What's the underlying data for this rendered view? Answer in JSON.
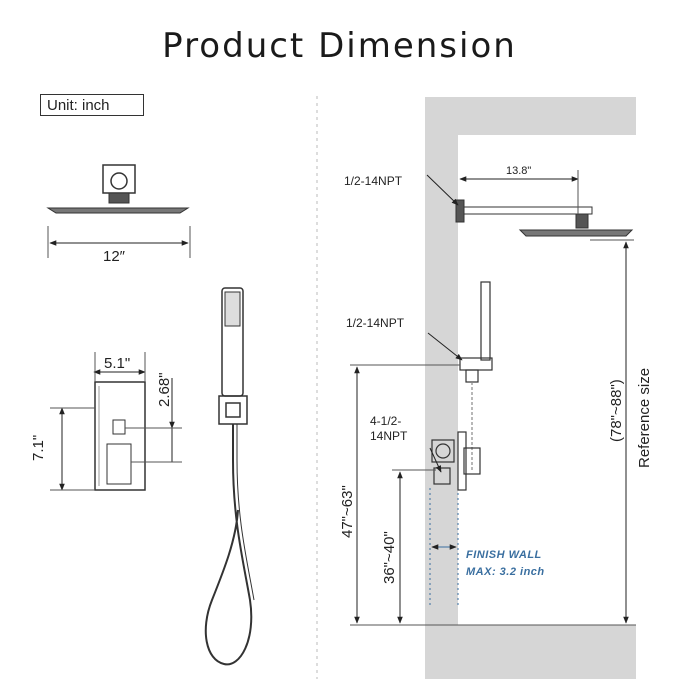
{
  "title": "Product Dimension",
  "unit": "Unit:  inch",
  "left": {
    "head_width": "12″",
    "valve_width": "5.1\"",
    "valve_offset": "2.68\"",
    "valve_height": "7.1\""
  },
  "right": {
    "arm_thread": "1/2-14NPT",
    "arm_length": "13.8\"",
    "hand_thread": "1/2-14NPT",
    "valve_thread_1": "4-1/2-",
    "valve_thread_2": "14NPT",
    "height_holder": "47\"~63\"",
    "height_valve": "36\"~40\"",
    "height_head": "(78\"~88\")",
    "reference": "Reference size",
    "finish_wall": "FINISH WALL",
    "finish_max": "MAX: 3.2 inch"
  },
  "colors": {
    "wall": "#d6d6d6",
    "line": "#333333",
    "note": "#3a6fa0"
  }
}
